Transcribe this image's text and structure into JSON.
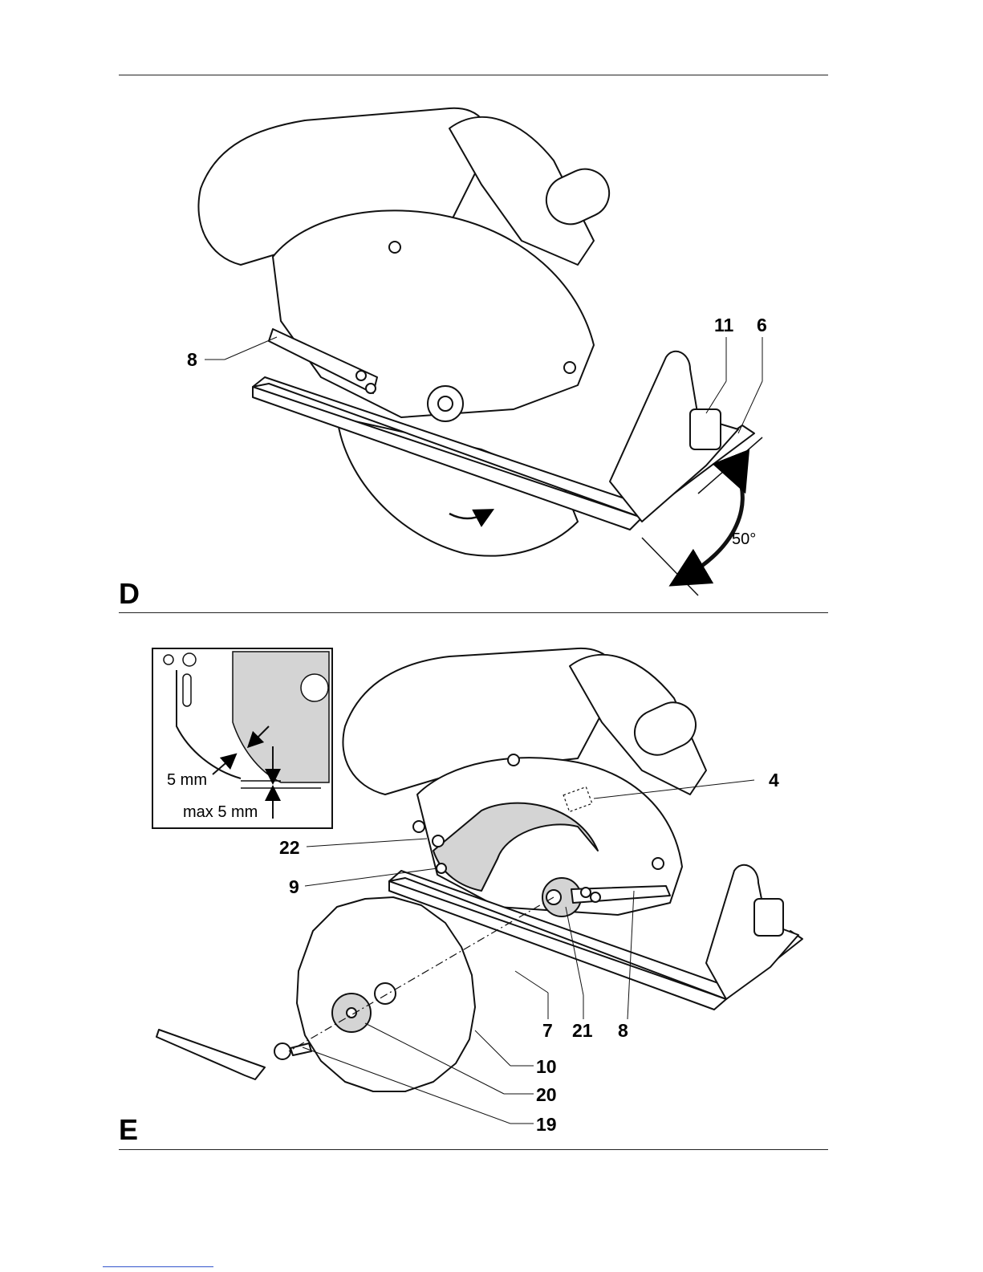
{
  "figure_d": {
    "letter": "D",
    "callouts": {
      "c8": "8",
      "c11": "11",
      "c6": "6"
    },
    "angle": "50°"
  },
  "figure_e": {
    "letter": "E",
    "callouts": {
      "c4": "4",
      "c22": "22",
      "c9": "9",
      "c7": "7",
      "c21": "21",
      "c8": "8",
      "c10": "10",
      "c20": "20",
      "c19": "19"
    },
    "inset": {
      "gap": "5 mm",
      "max": "max  5 mm"
    }
  },
  "colors": {
    "ink": "#111111",
    "shade": "#d4d4d4",
    "paper": "#ffffff"
  }
}
